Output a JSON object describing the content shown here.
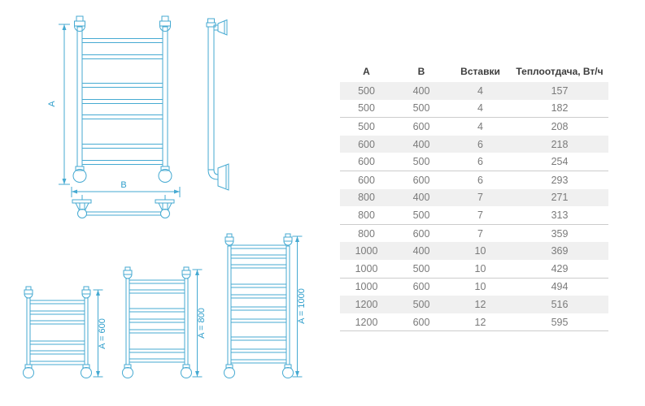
{
  "colors": {
    "accent_blue": "#46aad2",
    "row_stripe": "#f0f0f0",
    "table_border": "#cccccc",
    "header_text": "#3d3d3d",
    "cell_text": "#7a7a7a"
  },
  "diagram": {
    "front_view": {
      "dim_a": "A",
      "dim_b": "B",
      "rungs": 7
    },
    "variants": [
      {
        "label": "A = 600",
        "rungs": 6
      },
      {
        "label": "A = 800",
        "rungs": 7
      },
      {
        "label": "A = 1000",
        "rungs": 10
      }
    ]
  },
  "table": {
    "headers": [
      "A",
      "B",
      "Вставки",
      "Теплоотдача, Вт/ч"
    ],
    "rows": [
      {
        "a": "500",
        "b": "400",
        "inserts": "4",
        "output": "157"
      },
      {
        "a": "500",
        "b": "500",
        "inserts": "4",
        "output": "182"
      },
      {
        "a": "500",
        "b": "600",
        "inserts": "4",
        "output": "208"
      },
      {
        "a": "600",
        "b": "400",
        "inserts": "6",
        "output": "218"
      },
      {
        "a": "600",
        "b": "500",
        "inserts": "6",
        "output": "254"
      },
      {
        "a": "600",
        "b": "600",
        "inserts": "6",
        "output": "293"
      },
      {
        "a": "800",
        "b": "400",
        "inserts": "7",
        "output": "271"
      },
      {
        "a": "800",
        "b": "500",
        "inserts": "7",
        "output": "313"
      },
      {
        "a": "800",
        "b": "600",
        "inserts": "7",
        "output": "359"
      },
      {
        "a": "1000",
        "b": "400",
        "inserts": "10",
        "output": "369"
      },
      {
        "a": "1000",
        "b": "500",
        "inserts": "10",
        "output": "429"
      },
      {
        "a": "1000",
        "b": "600",
        "inserts": "10",
        "output": "494"
      },
      {
        "a": "1200",
        "b": "500",
        "inserts": "12",
        "output": "516"
      },
      {
        "a": "1200",
        "b": "600",
        "inserts": "12",
        "output": "595"
      }
    ]
  }
}
